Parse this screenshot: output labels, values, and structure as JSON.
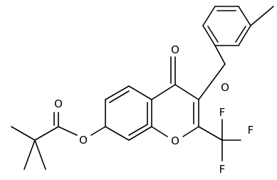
{
  "molecule": {
    "atoms": {
      "carbonyl_oxygen": "O",
      "ether_oxygen": "O",
      "ring_oxygen": "O",
      "ester_carbonyl_oxygen": "O",
      "ester_oxygen": "O",
      "fluorine_top": "F",
      "fluorine_right": "F",
      "fluorine_bottom": "F"
    },
    "colors": {
      "bond": "#000000",
      "label": "#000000",
      "background": "#ffffff"
    }
  }
}
